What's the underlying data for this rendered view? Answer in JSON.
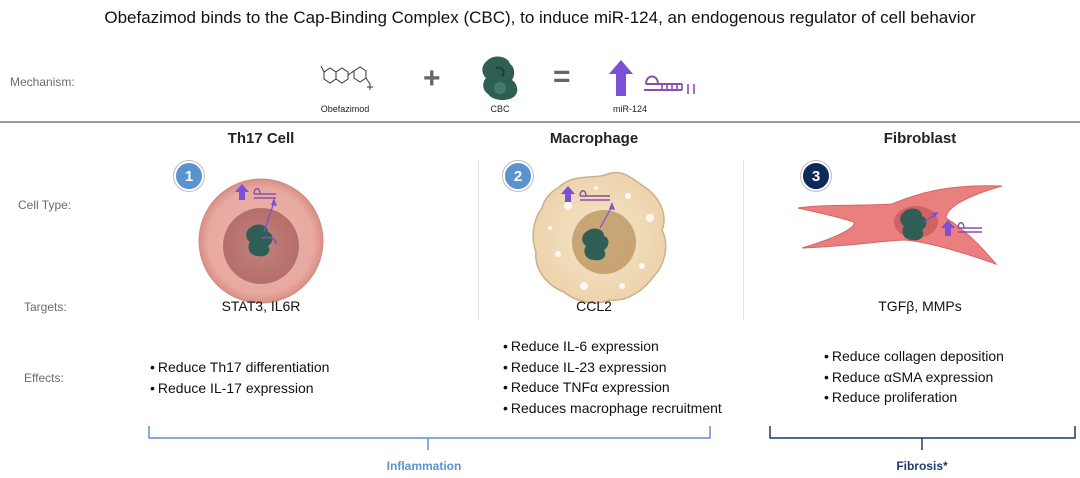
{
  "title": "Obefazimod binds to the Cap-Binding Complex (CBC), to induce miR-124, an endogenous regulator of cell behavior",
  "row_labels": {
    "mechanism": "Mechanism:",
    "cell_type": "Cell Type:",
    "targets": "Targets:",
    "effects": "Effects:"
  },
  "mechanism": {
    "drug_label": "Obefazimod",
    "plus": "+",
    "cbc_label": "CBC",
    "equals": "=",
    "result_label": "miR-124"
  },
  "columns": [
    {
      "number": "1",
      "heading": "Th17 Cell",
      "targets": "STAT3, IL6R",
      "effects": [
        "Reduce Th17 differentiation",
        "Reduce IL-17 expression"
      ]
    },
    {
      "number": "2",
      "heading": "Macrophage",
      "targets": "CCL2",
      "effects": [
        "Reduce IL-6 expression",
        "Reduce IL-23 expression",
        "Reduce TNFα expression",
        "Reduces macrophage recruitment"
      ]
    },
    {
      "number": "3",
      "heading": "Fibroblast",
      "targets": "TGFβ, MMPs",
      "effects": [
        "Reduce collagen deposition",
        "Reduce αSMA expression",
        "Reduce proliferation"
      ]
    }
  ],
  "brackets": {
    "inflammation": "Inflammation",
    "fibrosis": "Fibrosis*"
  },
  "colors": {
    "badge_light": "#5b92d0",
    "badge_dark": "#0e2a5a",
    "inflammation": "#5b92d0",
    "fibrosis": "#1e3a70",
    "arrow_purple": "#7b4fd6",
    "cbc_green": "#2f5e55",
    "mirna_purple": "#8a4fa8"
  },
  "icons": [
    "chemical-structure-icon",
    "plus-icon",
    "cbc-complex-icon",
    "equals-icon",
    "up-arrow-icon",
    "mirna-hairpin-icon"
  ]
}
